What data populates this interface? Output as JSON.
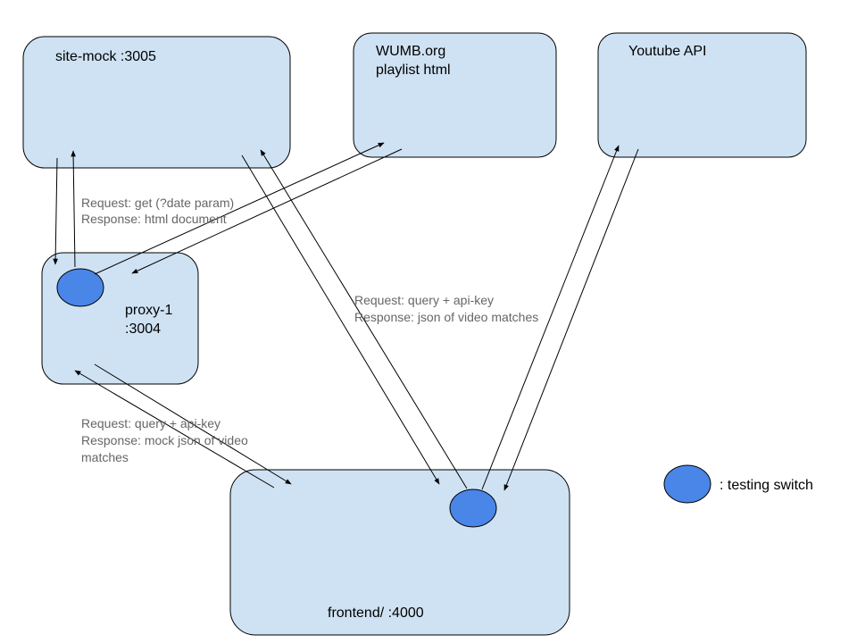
{
  "nodes": {
    "site_mock": "site-mock  :3005",
    "wumb": [
      "WUMB.org",
      "playlist html"
    ],
    "youtube": "Youtube API",
    "proxy": [
      "proxy-1",
      ":3004"
    ],
    "frontend": "frontend/  :4000"
  },
  "edges": {
    "site_mock_proxy": [
      "Request: get (?date param)",
      "Response: html document"
    ],
    "frontend_youtube": [
      "Request: query + api-key",
      "Response: json of video matches"
    ],
    "proxy_frontend": [
      "Request: query + api-key",
      "Response: mock json of video",
      "matches"
    ]
  },
  "legend": {
    "label": ": testing switch"
  },
  "colors": {
    "node_fill": "#cfe2f3",
    "switch_fill": "#4a86e8",
    "edge_label": "#666666"
  }
}
